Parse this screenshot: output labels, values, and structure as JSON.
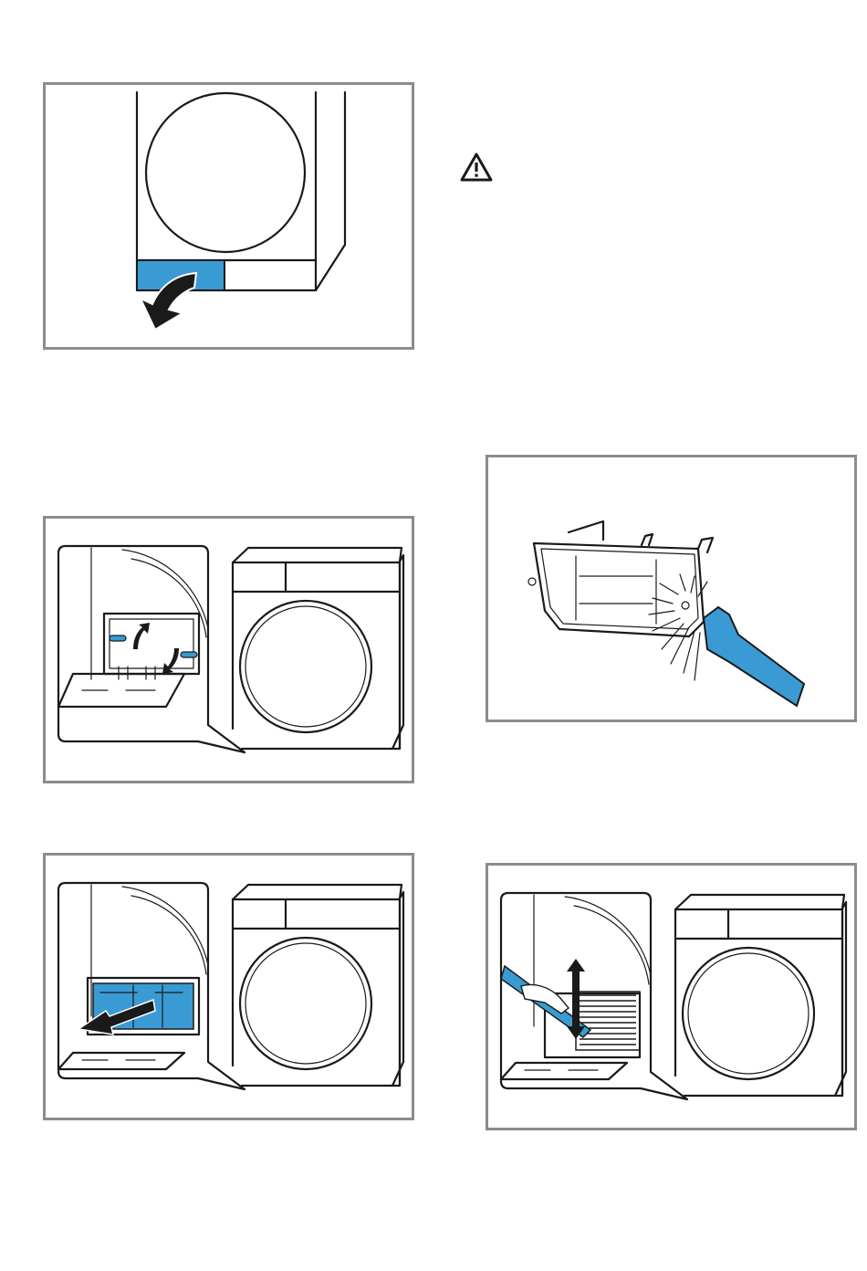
{
  "document": {
    "figures": [
      {
        "id": "step-open-maintenance-flap",
        "illustration": "dryer-front-flap-open"
      },
      {
        "id": "step-unlock-levers",
        "illustration": "heat-exchanger-levers"
      },
      {
        "id": "step-pull-out-heat-exchanger",
        "illustration": "heat-exchanger-removal"
      },
      {
        "id": "step-clean-heat-exchanger",
        "illustration": "heat-exchanger-brush"
      },
      {
        "id": "step-vacuum-cavity",
        "illustration": "vacuum-cleaner-cavity"
      }
    ],
    "warning": {
      "icon": "warning-triangle-icon"
    },
    "colors": {
      "accent": "#3a9ad3",
      "frame": "#8c8c8c",
      "ink": "#1a1a1a"
    }
  }
}
